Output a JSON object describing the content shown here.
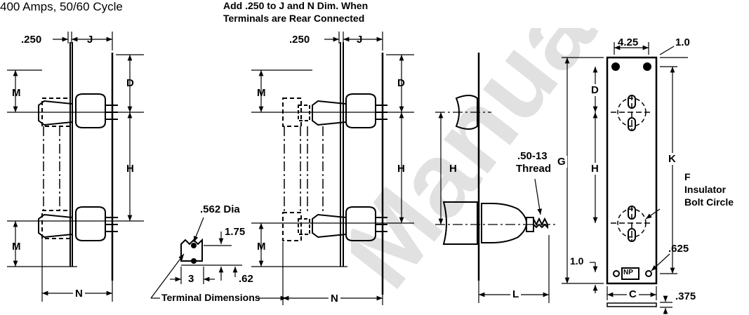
{
  "header": {
    "rating": "400 Amps, 50/60 Cycle",
    "note_line1": "Add .250 to J and N Dim. When",
    "note_line2": "Terminals are Rear Connected"
  },
  "view1": {
    "d250": ".250",
    "J": "J",
    "M_top": "M",
    "D": "D",
    "H": "H",
    "M_bot": "M",
    "N": "N"
  },
  "view2": {
    "d250": ".250",
    "J": "J",
    "M_top": "M",
    "D": "D",
    "H": "H",
    "M_bot": "M",
    "N": "N"
  },
  "terminal": {
    "dia": ".562 Dia",
    "d175": "1.75",
    "d3": "3",
    "d62": ".62",
    "caption": "Terminal Dimensions"
  },
  "side_view": {
    "H": "H",
    "thread_l1": ".50-13",
    "thread_l2": "Thread",
    "L": "L"
  },
  "plate": {
    "d425": "4.25",
    "d10_top": "1.0",
    "G": "G",
    "D": "D",
    "H": "H",
    "K": "K",
    "F": "F",
    "insulator_l1": "Insulator",
    "insulator_l2": "Bolt Circle",
    "d625": ".625",
    "d10_bot": "1.0",
    "NP": "NP",
    "C": "C",
    "d375": ".375"
  },
  "watermark": {
    "text": "Manuals"
  }
}
